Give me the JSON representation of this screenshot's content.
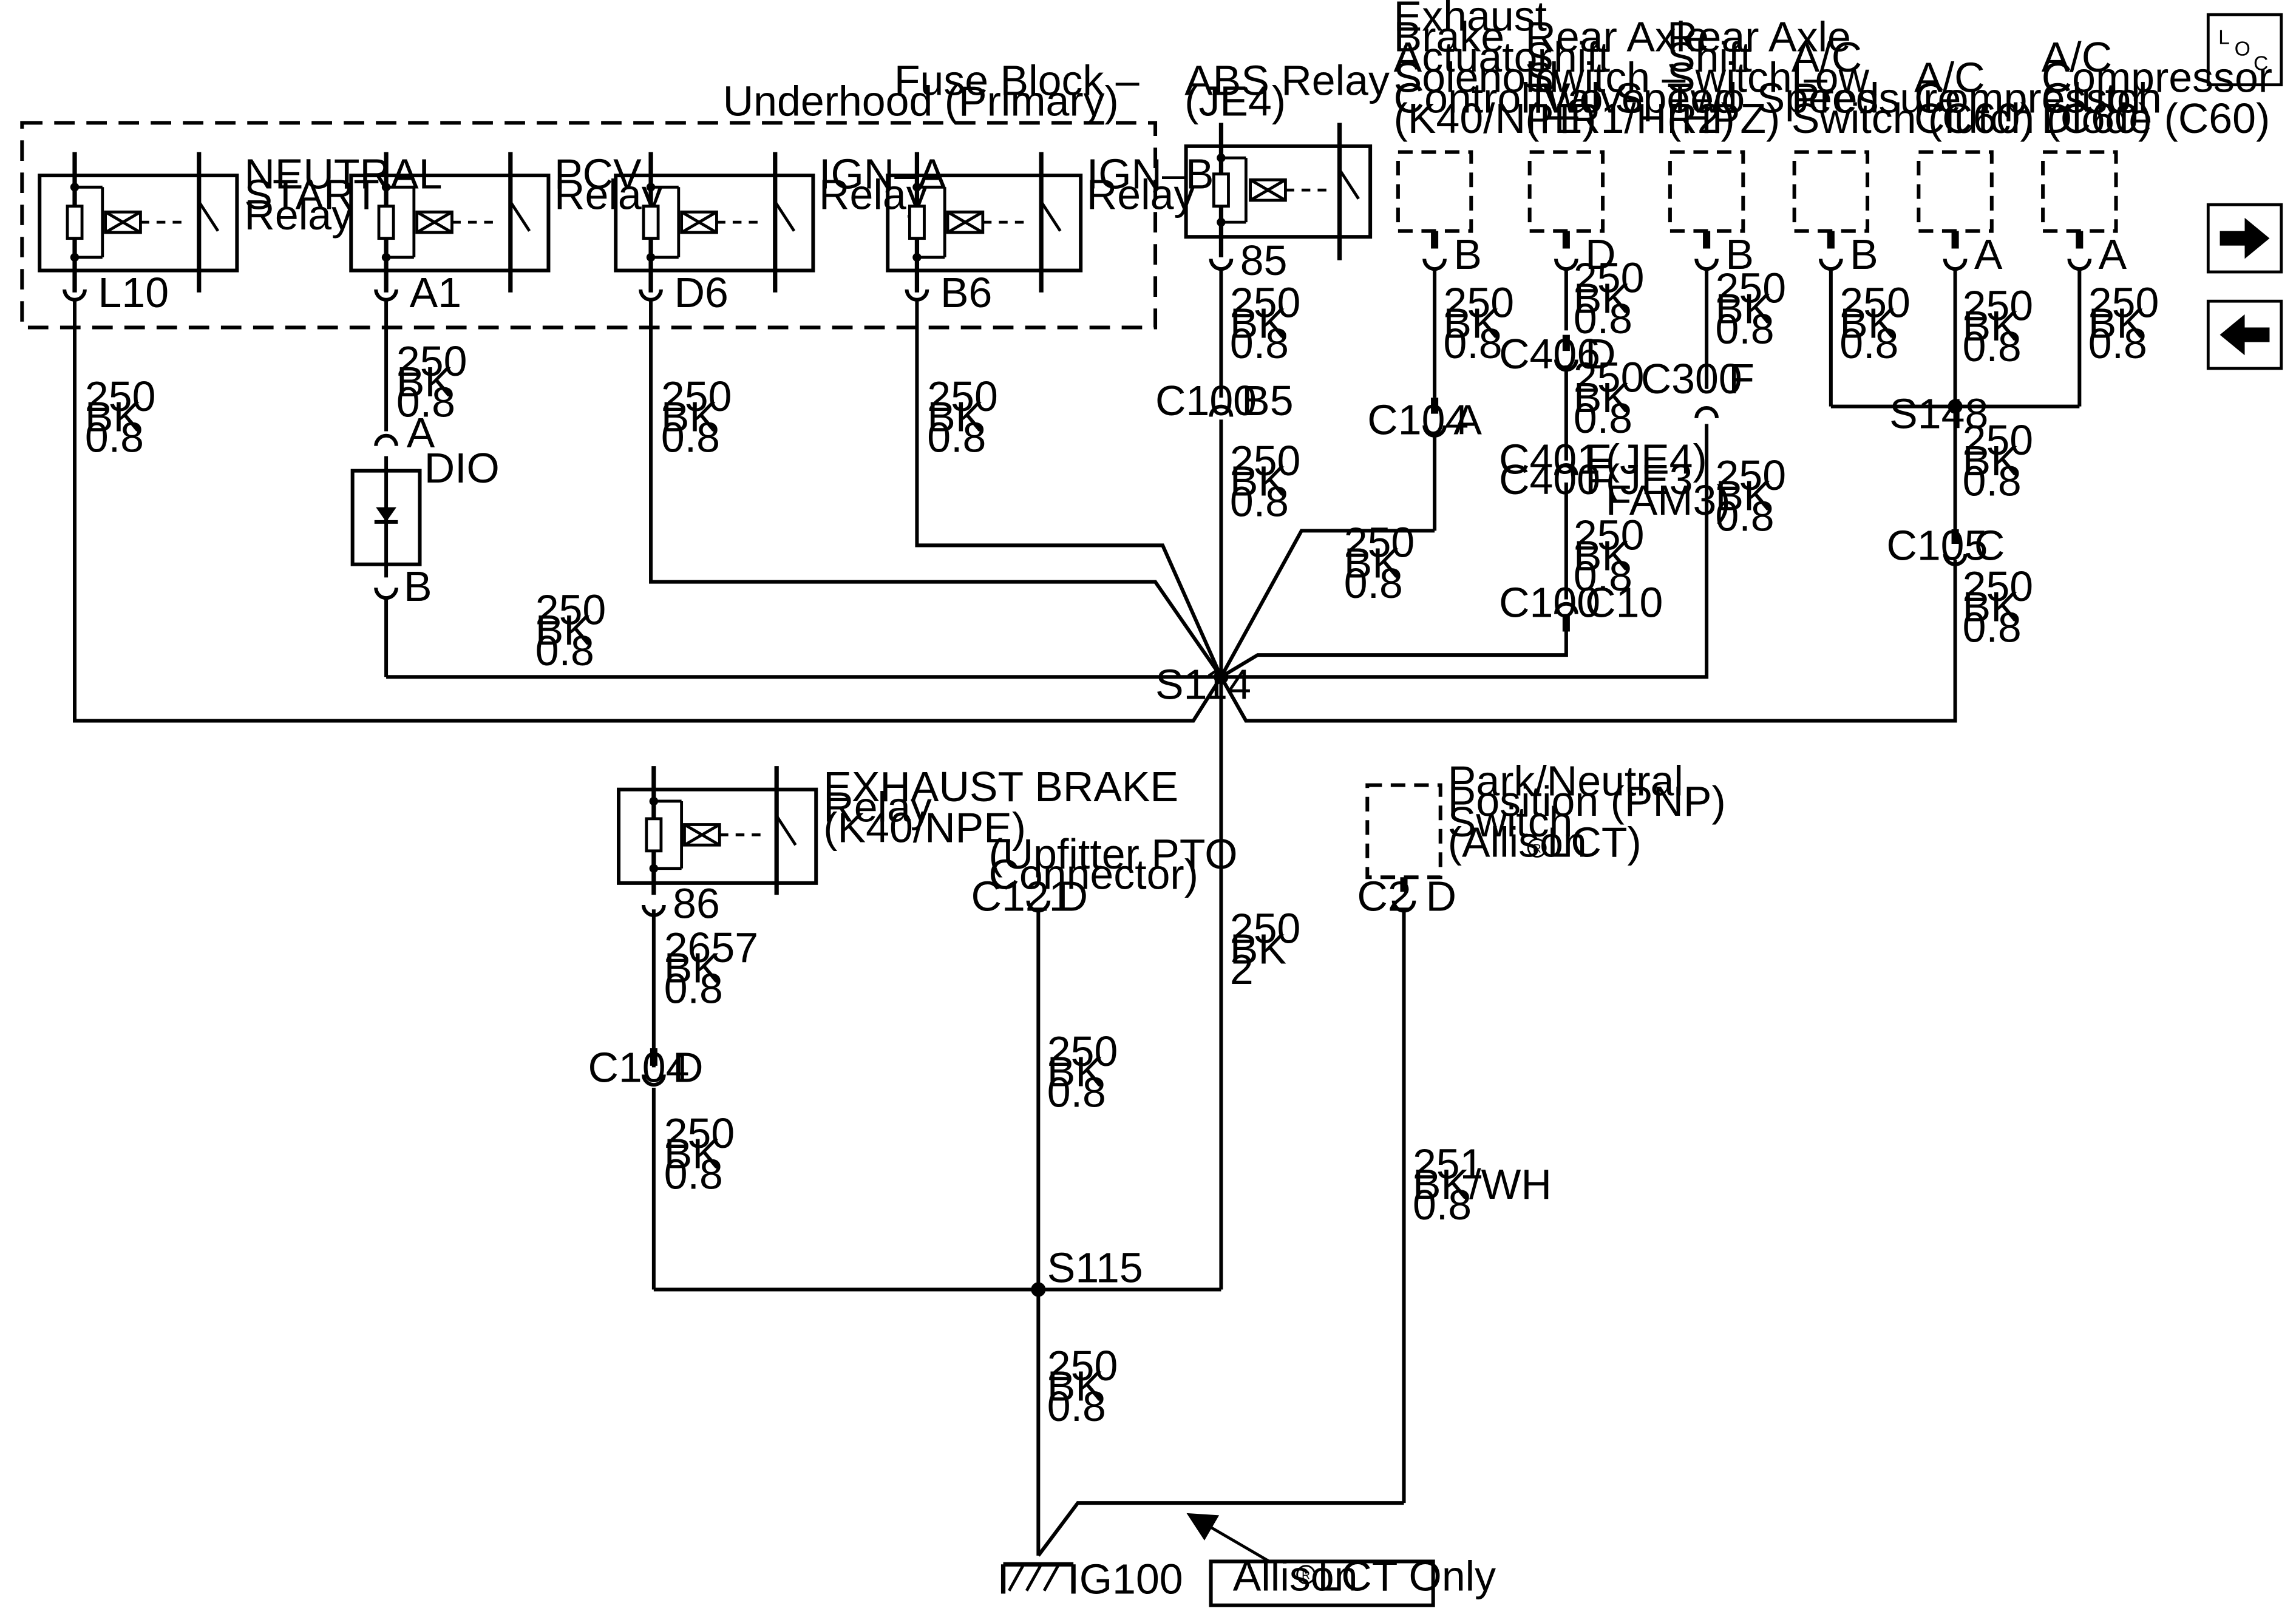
{
  "loc": {
    "l": "L",
    "o": "O",
    "c": "C"
  },
  "relays": {
    "neutral_start": {
      "name": [
        "NEUTRAL",
        "START",
        "Relay"
      ],
      "pin": "L10"
    },
    "pcv": {
      "name": [
        "PCV",
        "Relay"
      ],
      "pin": "A1"
    },
    "ign_a": {
      "name": [
        "IGN–A",
        "Relay"
      ],
      "pin": "D6"
    },
    "ign_b": {
      "name": [
        "IGN–B",
        "Relay"
      ],
      "pin": "B6"
    },
    "abs": {
      "name": [
        "ABS Relay",
        "(JE4)"
      ],
      "pin": "85"
    },
    "exhaust_brake": {
      "name": [
        "EXHAUST BRAKE",
        "Relay",
        "(K40/NPE)"
      ],
      "pin": "86"
    }
  },
  "fuse_block": [
    "Fuse Block –",
    "Underhood (Primary)"
  ],
  "components": {
    "exhaust_solenoid": {
      "name": [
        "Exhaust",
        "Brake",
        "Actuator",
        "Solenoid",
        "Control Valve",
        "(K40/NPE)"
      ],
      "pin": "B"
    },
    "rear_axle_hr": {
      "name": [
        "Rear Axle",
        "Shift",
        "Switch –",
        "Two Speed",
        "(HR1/HR2)"
      ],
      "pin": "D"
    },
    "rear_axle_hpz": {
      "name": [
        "Rear Axle",
        "Shift",
        "Switch –",
        "Two Speed",
        "(HPZ)"
      ],
      "pin": "B"
    },
    "ac_low_pressure": {
      "name": [
        "A/C",
        "Low",
        "Pressure",
        "Switch (C60)"
      ],
      "pin": "B"
    },
    "ac_clutch": {
      "name": [
        "A/C",
        "Compressor",
        "Clutch (C60)"
      ],
      "pin": "A"
    },
    "ac_clutch_diode": {
      "name": [
        "A/C",
        "Compressor",
        "Clutch",
        "Diode (C60)"
      ],
      "pin": "A"
    },
    "pnp_switch": {
      "name": [
        "Park/Neutral",
        "Position (PNP)",
        "Switch",
        "(Allison",
        "LCT)"
      ],
      "pin": "D",
      "connector": "C2"
    },
    "upfitter": {
      "name": [
        "(Upfitter PTO",
        "Connector)"
      ],
      "pin": "D",
      "connector": "C121"
    },
    "diode": {
      "name": "DIO",
      "pin_a": "A",
      "pin_b": "B"
    }
  },
  "connectors": {
    "c100_b5": {
      "id": "C100",
      "pin": "B5"
    },
    "c104_a": {
      "id": "C104",
      "pin": "A"
    },
    "c406_d": {
      "id": "C406",
      "pin": "D"
    },
    "c401": {
      "id": "C401",
      "pin": "F",
      "note": "(JE4)"
    },
    "c400": {
      "id": "C400",
      "pin": "F",
      "note": [
        "(JE3",
        "FAM3)"
      ]
    },
    "c100_c10": {
      "id": "C100",
      "pin": "C10"
    },
    "c300_f": {
      "id": "C300",
      "pin": "F"
    },
    "c105_c": {
      "id": "C105",
      "pin": "C"
    },
    "c104_d": {
      "id": "C104",
      "pin": "D"
    }
  },
  "splices": {
    "s114": "S114",
    "s115": "S115",
    "s148": "S148"
  },
  "ground": "G100",
  "wires": {
    "w_250_bk_08": [
      "250",
      "BK",
      "0.8"
    ],
    "w_2657_bk_08": [
      "2657",
      "BK",
      "0.8"
    ],
    "w_250_bk_2": [
      "250",
      "BK",
      "2"
    ],
    "w_251_bkwh_08": [
      "251",
      "BK/WH",
      "0.8"
    ]
  },
  "note_box": {
    "text_a": "Allison",
    "text_b": "LCT Only"
  },
  "registered_mark": "R",
  "nav": {
    "next": "next-page-arrow",
    "prev": "previous-page-arrow"
  }
}
